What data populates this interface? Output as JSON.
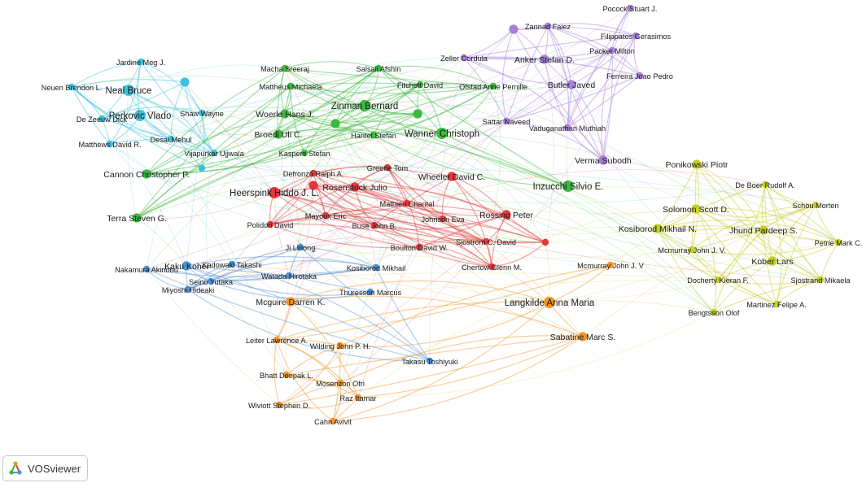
{
  "app": {
    "name": "VOSviewer"
  },
  "clusters": [
    {
      "id": "cyan",
      "color": "#3fc1dc"
    },
    {
      "id": "green",
      "color": "#3cb93f"
    },
    {
      "id": "purple",
      "color": "#a77fd9"
    },
    {
      "id": "red",
      "color": "#e0383b"
    },
    {
      "id": "yellow",
      "color": "#c5cf25"
    },
    {
      "id": "orange",
      "color": "#f39423"
    },
    {
      "id": "blue",
      "color": "#4f90d2"
    }
  ],
  "nodes": [
    {
      "label": "Neal Bruce",
      "cluster": "cyan",
      "weight": 3
    },
    {
      "label": "Jardine Meg J.",
      "cluster": "cyan",
      "weight": 1
    },
    {
      "label": "Neuen Brendon L.",
      "cluster": "cyan",
      "weight": 1
    },
    {
      "label": "De Zeeuw Dick",
      "cluster": "cyan",
      "weight": 1
    },
    {
      "label": "Perkovic Vlado",
      "cluster": "cyan",
      "weight": 3
    },
    {
      "label": "Shaw Wayne",
      "cluster": "cyan",
      "weight": 1
    },
    {
      "label": "Matthews David R.",
      "cluster": "cyan",
      "weight": 1
    },
    {
      "label": "Desai Mehul",
      "cluster": "cyan",
      "weight": 1
    },
    {
      "label": "Vijapurkar Ujjwala",
      "cluster": "cyan",
      "weight": 1
    },
    {
      "label": "",
      "cluster": "cyan",
      "weight": 2
    },
    {
      "label": "",
      "cluster": "cyan",
      "weight": 1
    },
    {
      "label": "Macha Sreeraj",
      "cluster": "green",
      "weight": 1
    },
    {
      "label": "Salsali Afshin",
      "cluster": "green",
      "weight": 1
    },
    {
      "label": "Woerle Hans J.",
      "cluster": "green",
      "weight": 2
    },
    {
      "label": "Mattheus Michaela",
      "cluster": "green",
      "weight": 1
    },
    {
      "label": "Zinman Bernard",
      "cluster": "green",
      "weight": 3
    },
    {
      "label": "Fitchett David",
      "cluster": "green",
      "weight": 1
    },
    {
      "label": "Ofstad Anne Pernille",
      "cluster": "green",
      "weight": 1
    },
    {
      "label": "Broedl Uli C.",
      "cluster": "green",
      "weight": 2
    },
    {
      "label": "Hantel Stefan",
      "cluster": "green",
      "weight": 1
    },
    {
      "label": "Wanner Christoph",
      "cluster": "green",
      "weight": 3
    },
    {
      "label": "Kaspers Stefan",
      "cluster": "green",
      "weight": 1
    },
    {
      "label": "Cannon Christopher P.",
      "cluster": "green",
      "weight": 2
    },
    {
      "label": "Terra Steven G.",
      "cluster": "green",
      "weight": 2
    },
    {
      "label": "Inzucchi Silvio E.",
      "cluster": "green",
      "weight": 3
    },
    {
      "label": "",
      "cluster": "green",
      "weight": 2
    },
    {
      "label": "",
      "cluster": "green",
      "weight": 2
    },
    {
      "label": "Pocock Stuart J.",
      "cluster": "purple",
      "weight": 1
    },
    {
      "label": "Zannad Faiez",
      "cluster": "purple",
      "weight": 1
    },
    {
      "label": "Filippatos Gerasimos",
      "cluster": "purple",
      "weight": 1
    },
    {
      "label": "Zeller Cordula",
      "cluster": "purple",
      "weight": 1
    },
    {
      "label": "Anker Stefan D.",
      "cluster": "purple",
      "weight": 2
    },
    {
      "label": "Packer Milton",
      "cluster": "purple",
      "weight": 1
    },
    {
      "label": "Butler Javed",
      "cluster": "purple",
      "weight": 2
    },
    {
      "label": "Ferreira Joao Pedro",
      "cluster": "purple",
      "weight": 1
    },
    {
      "label": "Sattar Naveed",
      "cluster": "purple",
      "weight": 1
    },
    {
      "label": "Vaduganathan Muthiah",
      "cluster": "purple",
      "weight": 1
    },
    {
      "label": "Verma Subodh",
      "cluster": "purple",
      "weight": 2
    },
    {
      "label": "",
      "cluster": "purple",
      "weight": 2
    },
    {
      "label": "Heerspink Hiddo J. L.",
      "cluster": "red",
      "weight": 3
    },
    {
      "label": "Defronzo Ralph A.",
      "cluster": "red",
      "weight": 1
    },
    {
      "label": "Greene Tom",
      "cluster": "red",
      "weight": 1
    },
    {
      "label": "Wheeler David C.",
      "cluster": "red",
      "weight": 2
    },
    {
      "label": "Rosenstock Julio",
      "cluster": "red",
      "weight": 2
    },
    {
      "label": "Mathieu Chantal",
      "cluster": "red",
      "weight": 1
    },
    {
      "label": "Mayoux Eric",
      "cluster": "red",
      "weight": 1
    },
    {
      "label": "Johnson Eva",
      "cluster": "red",
      "weight": 1
    },
    {
      "label": "Rossing Peter",
      "cluster": "red",
      "weight": 2
    },
    {
      "label": "Buse John B.",
      "cluster": "red",
      "weight": 1
    },
    {
      "label": "Polidori David",
      "cluster": "red",
      "weight": 1
    },
    {
      "label": "Boulton David W.",
      "cluster": "red",
      "weight": 1
    },
    {
      "label": "Sjostrom C. David",
      "cluster": "red",
      "weight": 1
    },
    {
      "label": "Chertow Glenn M.",
      "cluster": "red",
      "weight": 1
    },
    {
      "label": "",
      "cluster": "red",
      "weight": 2
    },
    {
      "label": "",
      "cluster": "red",
      "weight": 1
    },
    {
      "label": "Ponikowski Piotr",
      "cluster": "yellow",
      "weight": 2
    },
    {
      "label": "De Boer Rudolf A.",
      "cluster": "yellow",
      "weight": 1
    },
    {
      "label": "Solomon Scott D.",
      "cluster": "yellow",
      "weight": 2
    },
    {
      "label": "Schou Morten",
      "cluster": "yellow",
      "weight": 1
    },
    {
      "label": "Kosiborod Mikhail N.",
      "cluster": "yellow",
      "weight": 2
    },
    {
      "label": "Jhund Pardeep S.",
      "cluster": "yellow",
      "weight": 2
    },
    {
      "label": "Petrie Mark C.",
      "cluster": "yellow",
      "weight": 1
    },
    {
      "label": "Mcmurray John J. V.",
      "cluster": "yellow",
      "weight": 1
    },
    {
      "label": "Kober Lars",
      "cluster": "yellow",
      "weight": 2
    },
    {
      "label": "Docherty Kieran F.",
      "cluster": "yellow",
      "weight": 1
    },
    {
      "label": "Sjostrand Mikaela",
      "cluster": "yellow",
      "weight": 1
    },
    {
      "label": "Martinez Felipe A.",
      "cluster": "yellow",
      "weight": 1
    },
    {
      "label": "Bengtsson Olof",
      "cluster": "yellow",
      "weight": 1
    },
    {
      "label": "Langkilde Anna Maria",
      "cluster": "orange",
      "weight": 3
    },
    {
      "label": "Sabatine Marc S.",
      "cluster": "orange",
      "weight": 2
    },
    {
      "label": "Mcmurray John J. V",
      "cluster": "orange",
      "weight": 1
    },
    {
      "label": "Mcguire Darren K.",
      "cluster": "orange",
      "weight": 2
    },
    {
      "label": "Leiter Lawrence A.",
      "cluster": "orange",
      "weight": 1
    },
    {
      "label": "Wilding John P. H.",
      "cluster": "orange",
      "weight": 1
    },
    {
      "label": "Bhatt Deepak L.",
      "cluster": "orange",
      "weight": 1
    },
    {
      "label": "Mosenzon Ofri",
      "cluster": "orange",
      "weight": 1
    },
    {
      "label": "Raz Itamar",
      "cluster": "orange",
      "weight": 1
    },
    {
      "label": "Wiviott Stephen D.",
      "cluster": "orange",
      "weight": 1
    },
    {
      "label": "Cahn Avivit",
      "cluster": "orange",
      "weight": 1
    },
    {
      "label": "Kaku Kohei",
      "cluster": "blue",
      "weight": 2
    },
    {
      "label": "Kadowaki Takashi",
      "cluster": "blue",
      "weight": 1
    },
    {
      "label": "Seino Yutaka",
      "cluster": "blue",
      "weight": 1
    },
    {
      "label": "Nakamura Akinobu",
      "cluster": "blue",
      "weight": 1
    },
    {
      "label": "Miyoshi Hideaki",
      "cluster": "blue",
      "weight": 1
    },
    {
      "label": "Ji Linong",
      "cluster": "blue",
      "weight": 1
    },
    {
      "label": "Kosiborod Mikhail",
      "cluster": "blue",
      "weight": 1
    },
    {
      "label": "Watada Hirotaka",
      "cluster": "blue",
      "weight": 1
    },
    {
      "label": "Thuresson Marcus",
      "cluster": "blue",
      "weight": 1
    },
    {
      "label": "Takasu Toshiyuki",
      "cluster": "blue",
      "weight": 1
    }
  ]
}
